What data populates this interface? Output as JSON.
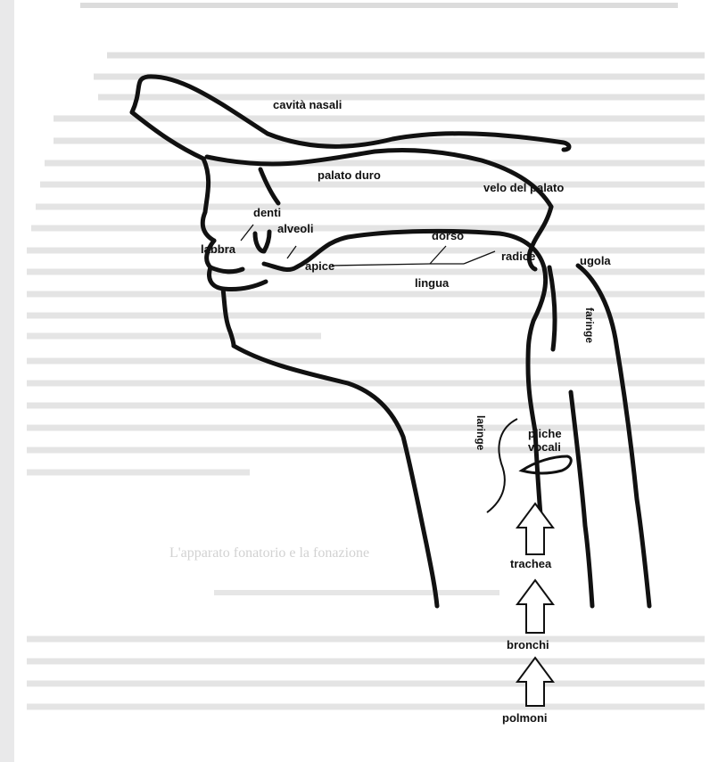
{
  "diagram": {
    "labels": {
      "cavita_nasali": "cavità nasali",
      "palato_duro": "palato duro",
      "velo_del_palato": "velo del palato",
      "denti": "denti",
      "alveoli": "alveoli",
      "labbra": "labbra",
      "dorso": "dorso",
      "radice": "radice",
      "apice": "apice",
      "lingua": "lingua",
      "ugola": "ugola",
      "faringe": "faringe",
      "laringe": "laringe",
      "pliche": "pliche",
      "vocali": "vocali",
      "trachea": "trachea",
      "bronchi": "bronchi",
      "polmoni": "polmoni"
    },
    "background_text": [
      "L'apparato fonatorio e la fonazione"
    ],
    "colors": {
      "ink": "#111111",
      "faded_text": "#d2d2d2",
      "left_margin": "#e9e9ea"
    }
  }
}
